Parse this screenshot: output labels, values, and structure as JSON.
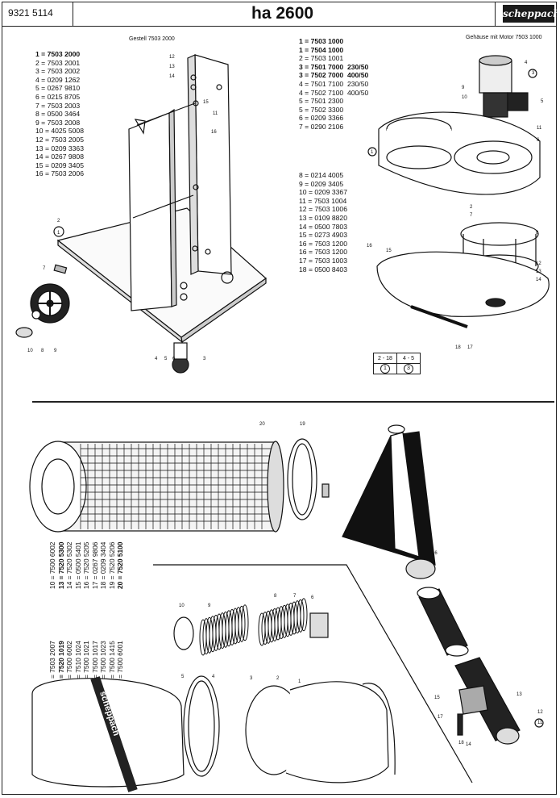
{
  "header": {
    "doc_number": "9321 5114",
    "model": "ha 2600",
    "brand": "scheppach"
  },
  "stand_section": {
    "caption": "Gestell 7503 2000",
    "parts": [
      {
        "text": "1 = 7503 2000",
        "bold": true
      },
      {
        "text": "2 = 7503 2001",
        "bold": false
      },
      {
        "text": "3 = 7503 2002",
        "bold": false
      },
      {
        "text": "4 = 0209 1262",
        "bold": false
      },
      {
        "text": "5 = 0267 9810",
        "bold": false
      },
      {
        "text": "6 = 0215 8705",
        "bold": false
      },
      {
        "text": "7 = 7503 2003",
        "bold": false
      },
      {
        "text": "8 = 0500 3464",
        "bold": false
      },
      {
        "text": "9 = 7503 2008",
        "bold": false
      },
      {
        "text": "10 = 4025 5008",
        "bold": false
      },
      {
        "text": "12 = 7503 2005",
        "bold": false
      },
      {
        "text": "13 = 0209 3363",
        "bold": false
      },
      {
        "text": "14 = 0267 9808",
        "bold": false
      },
      {
        "text": "15 = 0209 3405",
        "bold": false
      },
      {
        "text": "16 = 7503 2006",
        "bold": false
      }
    ],
    "callouts": [
      "2",
      "1",
      "7",
      "10",
      "8",
      "9",
      "4",
      "5",
      "6",
      "3",
      "12",
      "13",
      "14",
      "15",
      "16",
      "11"
    ]
  },
  "housing_section": {
    "caption": "Gehäuse mit Motor  7503 1000",
    "parts_a": [
      {
        "text": "1 = 7503 1000",
        "bold": true
      },
      {
        "text": "1 = 7504 1000",
        "bold": true
      },
      {
        "text": "2 = 7503 1001",
        "bold": false
      },
      {
        "text": "3 = 7501 7000  230/50",
        "bold": true
      },
      {
        "text": "3 = 7502 7000  400/50",
        "bold": true
      },
      {
        "text": "4 = 7501 7100  230/50",
        "bold": false
      },
      {
        "text": "4 = 7502 7100  400/50",
        "bold": false
      },
      {
        "text": "5 = 7501 2300",
        "bold": false
      },
      {
        "text": "5 = 7502 3300",
        "bold": false
      },
      {
        "text": "6 = 0209 3366",
        "bold": false
      },
      {
        "text": "7 = 0290 2106",
        "bold": false
      }
    ],
    "parts_b": [
      {
        "text": "8 = 0214 4005",
        "bold": false
      },
      {
        "text": "9 = 0209 3405",
        "bold": false
      },
      {
        "text": "10 = 0209 3367",
        "bold": false
      },
      {
        "text": "11 = 7503 1004",
        "bold": false
      },
      {
        "text": "12 = 7503 1006",
        "bold": false
      },
      {
        "text": "13 = 0109 8820",
        "bold": false
      },
      {
        "text": "14 = 0500 7803",
        "bold": false
      },
      {
        "text": "15 = 0273 4903",
        "bold": false
      },
      {
        "text": "16 = 7503 1200",
        "bold": false
      },
      {
        "text": "16 = 7503 1200",
        "bold": false
      },
      {
        "text": "17 = 7503 1003",
        "bold": false
      },
      {
        "text": "18 = 0500 8403",
        "bold": false
      }
    ],
    "ref_table": {
      "head": [
        "2 - 18",
        "4 - 5"
      ],
      "row": [
        "1",
        "3"
      ]
    },
    "callouts": [
      "4",
      "3",
      "5",
      "9",
      "10",
      "6",
      "11",
      "1",
      "2",
      "7",
      "8",
      "12",
      "13",
      "14",
      "15",
      "16",
      "17",
      "18"
    ]
  },
  "accessories_section": {
    "list_left": [
      {
        "text": "1 = 7503 2007",
        "bold": false
      },
      {
        "text": "2 = 7520 1019",
        "bold": true
      },
      {
        "text": "3 = 7500 6002",
        "bold": false
      },
      {
        "text": "4 = 7510 1024",
        "bold": false
      },
      {
        "text": "5 = 7500 1021",
        "bold": false
      },
      {
        "text": "6 = 7500 1017",
        "bold": false
      },
      {
        "text": "7 = 7500 1023",
        "bold": false
      },
      {
        "text": "8 = 7500 1415",
        "bold": false
      },
      {
        "text": "9 = 7500 6001",
        "bold": false
      }
    ],
    "list_right": [
      {
        "text": "10 = 7500 6002",
        "bold": false
      },
      {
        "text": "13 = 7520 5300",
        "bold": true
      },
      {
        "text": "14 = 7520 5302",
        "bold": false
      },
      {
        "text": "15 = 0500 5401",
        "bold": false
      },
      {
        "text": "16 = 7520 5205",
        "bold": false
      },
      {
        "text": "17 = 0267 9806",
        "bold": false
      },
      {
        "text": "18 = 0209 3404",
        "bold": false
      },
      {
        "text": "19 = 7520 5206",
        "bold": false
      },
      {
        "text": "20 = 7520 5100",
        "bold": true
      }
    ],
    "filter_bag_print": "scheppach",
    "callouts": [
      "20",
      "19",
      "16",
      "15",
      "17",
      "18",
      "14",
      "13",
      "12",
      "11",
      "10",
      "9",
      "8",
      "7",
      "6",
      "5",
      "4",
      "3",
      "2",
      "1"
    ]
  }
}
